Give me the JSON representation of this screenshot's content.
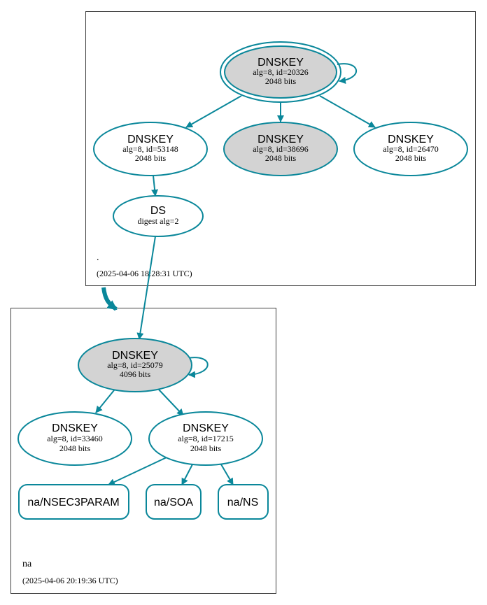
{
  "colors": {
    "edge": "#0a879a",
    "node_stroke": "#0a879a",
    "sep_fill": "#d3d3d3",
    "box_stroke": "#404040"
  },
  "zones": {
    "root": {
      "label": ".",
      "timestamp": "(2025-04-06 18:28:31 UTC)"
    },
    "na": {
      "label": "na",
      "timestamp": "(2025-04-06 20:19:36 UTC)"
    }
  },
  "nodes": {
    "root_ksk": {
      "title": "DNSKEY",
      "line1": "alg=8, id=20326",
      "line2": "2048 bits"
    },
    "root_zsk_53148": {
      "title": "DNSKEY",
      "line1": "alg=8, id=53148",
      "line2": "2048 bits"
    },
    "root_ksk_38696": {
      "title": "DNSKEY",
      "line1": "alg=8, id=38696",
      "line2": "2048 bits"
    },
    "root_zsk_26470": {
      "title": "DNSKEY",
      "line1": "alg=8, id=26470",
      "line2": "2048 bits"
    },
    "na_ds": {
      "title": "DS",
      "line1": "digest alg=2"
    },
    "na_ksk": {
      "title": "DNSKEY",
      "line1": "alg=8, id=25079",
      "line2": "4096 bits"
    },
    "na_zsk_33460": {
      "title": "DNSKEY",
      "line1": "alg=8, id=33460",
      "line2": "2048 bits"
    },
    "na_zsk_17215": {
      "title": "DNSKEY",
      "line1": "alg=8, id=17215",
      "line2": "2048 bits"
    }
  },
  "rrsets": {
    "nsec3param": "na/NSEC3PARAM",
    "soa": "na/SOA",
    "ns": "na/NS"
  }
}
